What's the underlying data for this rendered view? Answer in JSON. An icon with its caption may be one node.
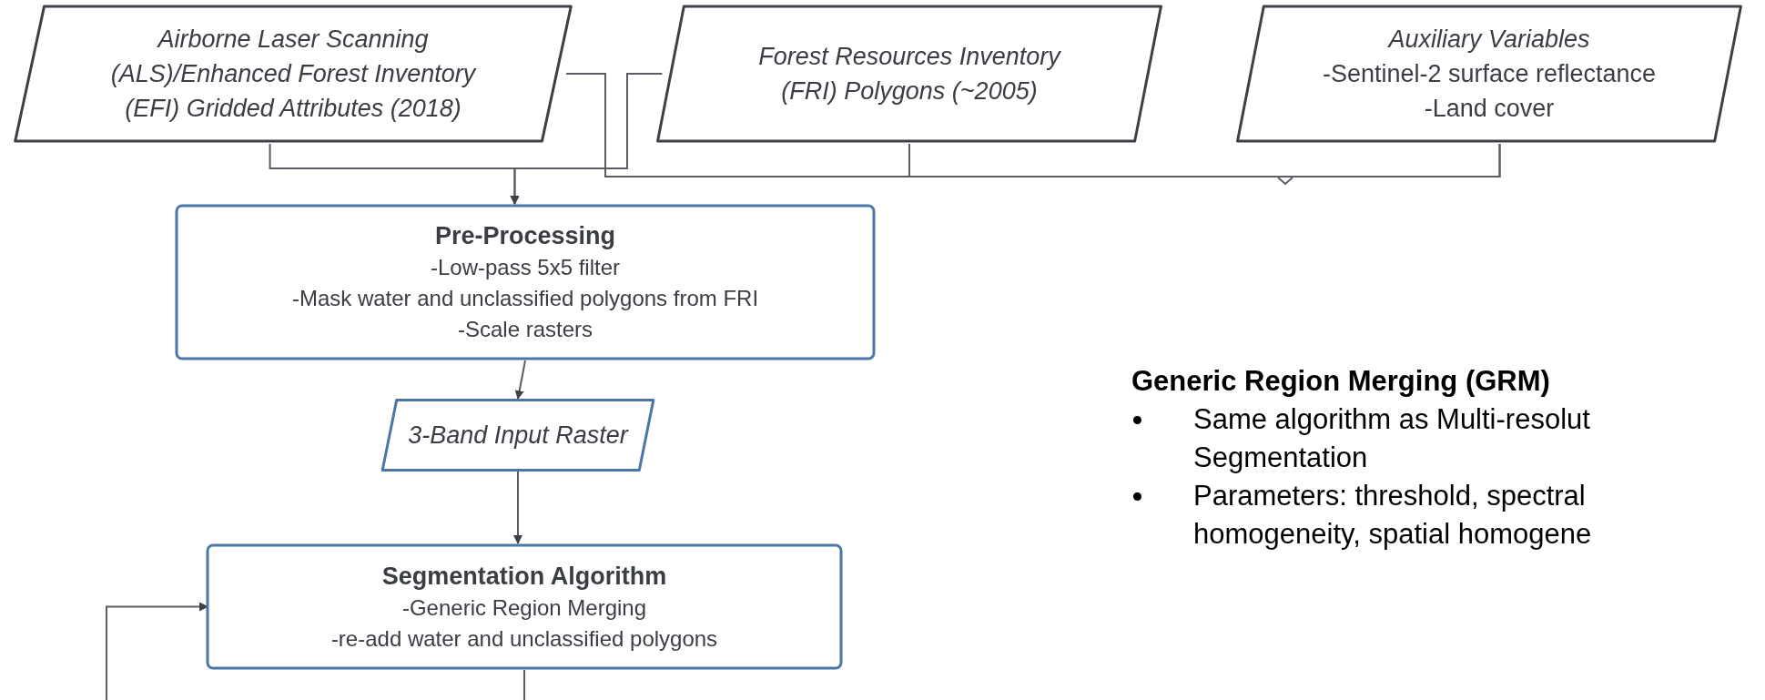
{
  "diagram": {
    "nodes": [
      {
        "text": [
          "Airborne Laser Scanning (ALS)/Enhanced Forest Inventory (EFI) Gridded Attributes (2018)"
        ]
      },
      {
        "text": [
          "Forest Resources Inventory (FRI) Polygons (~2005)"
        ]
      },
      {
        "text": [
          "Auxiliary Variables",
          "-Sentinel-2 surface reflectance",
          "-Land cover"
        ]
      },
      {
        "text": [
          "Pre-Processing",
          "-Low-pass 5x5 filter",
          "-Mask water and unclassified polygons from FRI",
          "-Scale rasters"
        ]
      },
      {
        "text": [
          "3-Band Input Raster"
        ]
      },
      {
        "text": [
          "Segmentation Algorithm",
          "-Generic Region Merging",
          "-re-add water and unclassified polygons"
        ]
      }
    ],
    "edges": [
      {
        "from": 0,
        "to": 3,
        "arrow": "to"
      },
      {
        "from": 1,
        "to": 3,
        "arrow": "to"
      },
      {
        "from": 3,
        "to": 4,
        "arrow": "to"
      },
      {
        "from": 4,
        "to": 5,
        "arrow": "to"
      },
      {
        "from": null,
        "to": 5,
        "arrow": "to"
      },
      {
        "from": 5,
        "to": null,
        "arrow": "none"
      },
      {
        "from": 0,
        "to": 2,
        "arrow": "none"
      },
      {
        "from": 1,
        "to": 2,
        "arrow": "none"
      }
    ],
    "labels": [
      "Generic Region Merging (GRM)",
      "Same algorithm as Multi-resolut Segmentation",
      "Parameters: threshold, spectral homogeneity, spatial homogene"
    ]
  }
}
